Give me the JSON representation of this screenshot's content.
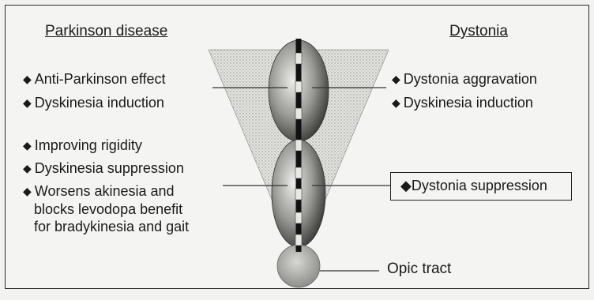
{
  "left": {
    "heading": "Parkinson disease",
    "items": [
      "Anti-Parkinson effect",
      "Dyskinesia induction",
      "Improving rigidity",
      "Dyskinesia suppression"
    ],
    "multiline_item": {
      "line1": "Worsens akinesia and",
      "line2": "blocks levodopa benefit",
      "line3": "for bradykinesia and gait"
    }
  },
  "right": {
    "heading": "Dystonia",
    "items": [
      "Dystonia aggravation",
      "Dyskinesia induction"
    ],
    "boxed_item": "Dystonia suppression"
  },
  "optic_tract_label": "Opic tract",
  "bullet_symbol": "◆"
}
